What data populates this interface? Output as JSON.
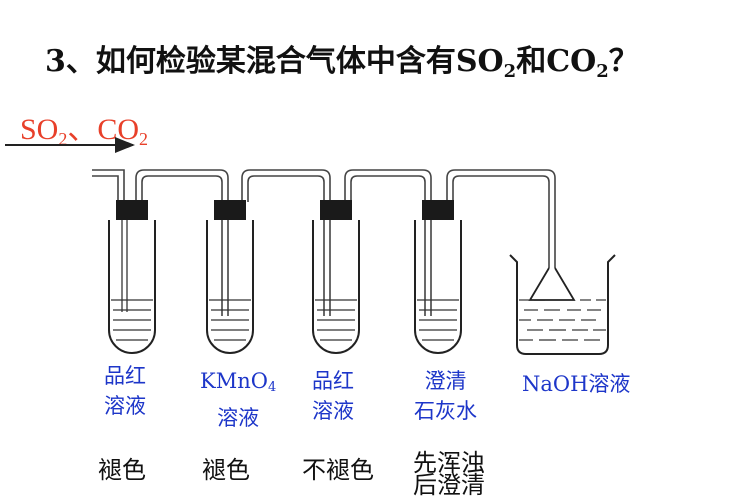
{
  "title": {
    "prefix": "3、如何检验某混合气体中含有SO",
    "sub1": "2",
    "mid": "和CO",
    "sub2": "2",
    "suffix": "？"
  },
  "inlet": {
    "so_main": "SO",
    "so_sub": "2",
    "sep": "、",
    "co_main": "CO",
    "co_sub": "2"
  },
  "tubes": [
    {
      "reagent_line1": "品红",
      "reagent_line2": "溶液",
      "result": "褪色"
    },
    {
      "reagent_main": "KMnO",
      "reagent_sub": "4",
      "reagent_line2": "溶液",
      "result": "褪色"
    },
    {
      "reagent_line1": "品红",
      "reagent_line2": "溶液",
      "result": "不褪色"
    },
    {
      "reagent_line1": "澄清",
      "reagent_line2": "石灰水",
      "result_line1": "先浑浊",
      "result_line2": "后澄清"
    }
  ],
  "beaker": {
    "reagent": "NaOH溶液"
  },
  "colors": {
    "label_blue": "#1d36c9",
    "gas_red": "#e8402a",
    "stopper": "#1a1a1a"
  }
}
